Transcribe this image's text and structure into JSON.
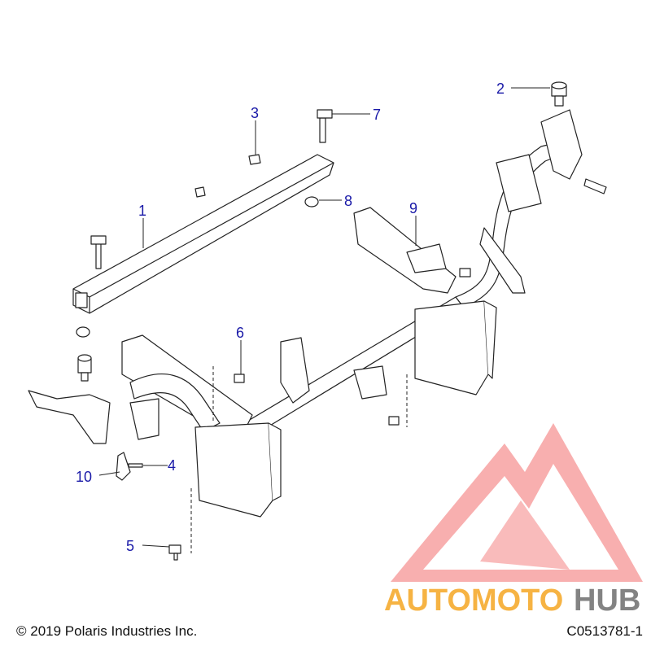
{
  "callouts": [
    {
      "id": "1",
      "label": "1"
    },
    {
      "id": "2",
      "label": "2"
    },
    {
      "id": "3",
      "label": "3"
    },
    {
      "id": "4",
      "label": "4"
    },
    {
      "id": "5",
      "label": "5"
    },
    {
      "id": "6",
      "label": "6"
    },
    {
      "id": "7",
      "label": "7"
    },
    {
      "id": "8",
      "label": "8"
    },
    {
      "id": "9",
      "label": "9"
    },
    {
      "id": "10",
      "label": "10"
    }
  ],
  "watermark": {
    "text_a": "AUTOMOTO",
    "text_b": "HUB"
  },
  "footer": {
    "copyright": "© 2019 Polaris Industries Inc.",
    "code": "C0513781-1"
  },
  "colors": {
    "callout": "#1a1aa8",
    "line": "#222222",
    "watermark_red": "#f24b4b",
    "watermark_orange": "#f5a623",
    "watermark_gray": "#6e6e6e"
  }
}
